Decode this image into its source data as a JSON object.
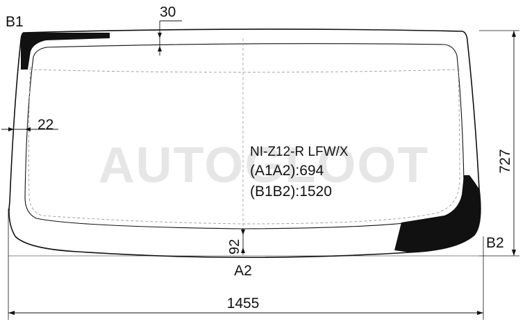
{
  "watermark": "AUTOGLOOT",
  "part_code": "NI-Z12-R LFW/X",
  "a_dimension": "(A1A2):694",
  "b_dimension": "(B1B2):1520",
  "corner_labels": {
    "b1": "B1",
    "b2": "B2",
    "a2": "A2"
  },
  "dimensions": {
    "top_band": "30",
    "side_band": "22",
    "bottom_band": "92",
    "total_height": "727",
    "total_width": "1455"
  },
  "colors": {
    "line": "#111111",
    "watermark": "#e6e6e6",
    "dash": "#9a9a9a"
  }
}
